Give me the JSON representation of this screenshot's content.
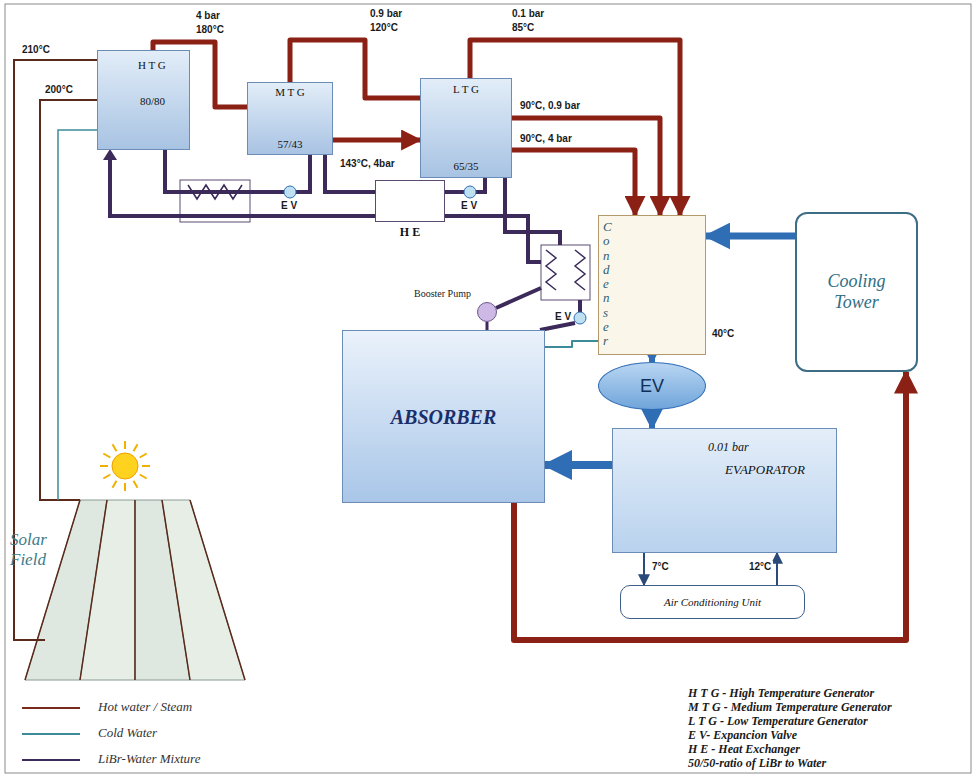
{
  "diagram": {
    "nodes": [
      {
        "text": [
          "H T G",
          "80/80"
        ]
      },
      {
        "text": [
          "M T G",
          "57/43"
        ]
      },
      {
        "text": [
          "L T G",
          "65/35"
        ]
      },
      {
        "text": [
          "H E"
        ]
      },
      {
        "text": [
          "Booster Pump"
        ]
      },
      {
        "text": [
          "Condenser"
        ]
      },
      {
        "text": [
          "Cooling Tower"
        ]
      },
      {
        "text": [
          "EV"
        ]
      },
      {
        "text": [
          "ABSORBER"
        ]
      },
      {
        "text": [
          "0.01 bar",
          "EVAPORATOR"
        ]
      },
      {
        "text": [
          "Air Conditioning Unit"
        ]
      }
    ],
    "edges": [
      {
        "from": 0,
        "to": 1,
        "arrow": "none"
      },
      {
        "from": 1,
        "to": 2,
        "arrow": "none"
      },
      {
        "from": 2,
        "to": 5,
        "arrow": "to"
      },
      {
        "from": 2,
        "to": 5,
        "arrow": "to",
        "label": "90°C, 0.9 bar"
      },
      {
        "from": 2,
        "to": 5,
        "arrow": "to",
        "label": "90°C, 4 bar"
      },
      {
        "from": 1,
        "to": 2,
        "arrow": "to",
        "label": "143°C, 4bar"
      },
      {
        "from": 6,
        "to": 5,
        "arrow": "to"
      },
      {
        "from": 5,
        "to": 7,
        "arrow": "to"
      },
      {
        "from": 7,
        "to": 9,
        "arrow": "to"
      },
      {
        "from": 9,
        "to": 8,
        "arrow": "to"
      },
      {
        "from": 9,
        "to": 10,
        "arrow": "to",
        "label": "7°C"
      },
      {
        "from": 10,
        "to": 9,
        "arrow": "to",
        "label": "12°C"
      },
      {
        "from": 8,
        "to": 6,
        "arrow": "to"
      },
      {
        "from": 5,
        "to": 8,
        "arrow": "none"
      },
      {
        "from": 8,
        "to": 4,
        "arrow": "none"
      }
    ],
    "labels": [
      "4 bar",
      "180°C",
      "0.9 bar",
      "120°C",
      "0.1 bar",
      "85°C",
      "210°C",
      "200°C",
      "40°C",
      "E V",
      "E V",
      "E V",
      "Solar Field",
      "H T G - High Temperature Generator",
      "M T G - Medium Temperature Generator",
      "L T G - Low Temperature Generator",
      "E V- Expancion Valve",
      "H E - Heat Exchanger",
      "50/50-ratio of LiBr to Water"
    ],
    "legend": [
      {
        "text": "Hot water / Steam"
      },
      {
        "text": "Cold Water"
      },
      {
        "text": "LiBr-Water Mixture"
      }
    ]
  }
}
